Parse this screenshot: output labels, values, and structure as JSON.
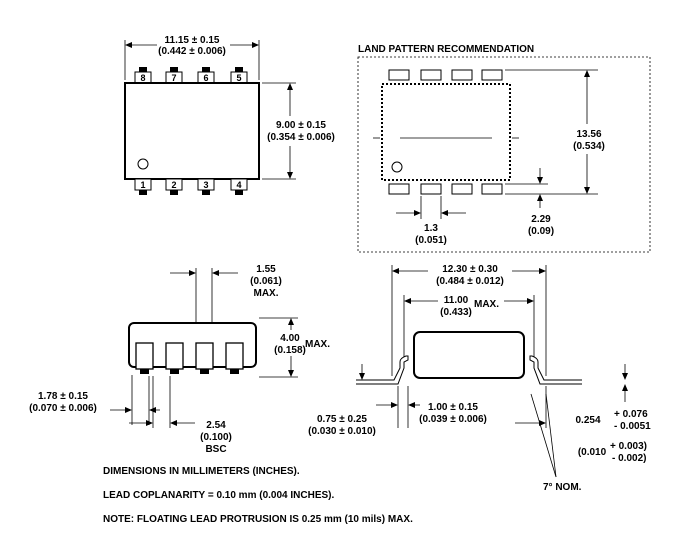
{
  "land_pattern_title": "LAND PATTERN RECOMMENDATION",
  "top_view": {
    "pins_top": [
      "8",
      "7",
      "6",
      "5"
    ],
    "pins_bottom": [
      "1",
      "2",
      "3",
      "4"
    ],
    "width_mm": "11.15 ± 0.15",
    "width_in": "(0.442 ± 0.006)",
    "height_mm": "9.00 ± 0.15",
    "height_in": "(0.354 ± 0.006)"
  },
  "land_pattern": {
    "span_mm": "13.56",
    "span_in": "(0.534)",
    "pitch_mm": "1.3",
    "pitch_in": "(0.051)",
    "pad_mm": "2.29",
    "pad_in": "(0.09)"
  },
  "side_view": {
    "lead_w_mm": "1.55",
    "lead_w_in": "(0.061)",
    "lead_w_note": "MAX.",
    "height_mm": "4.00",
    "height_in": "(0.158)",
    "height_note": "MAX.",
    "offset_mm": "1.78 ± 0.15",
    "offset_in": "(0.070 ± 0.006)",
    "pitch_mm": "2.54",
    "pitch_in": "(0.100)",
    "pitch_note": "BSC"
  },
  "end_view": {
    "overall_mm": "12.30 ± 0.30",
    "overall_in": "(0.484 ± 0.012)",
    "body_mm": "11.00",
    "body_note": "MAX.",
    "body_in": "(0.433)",
    "standoff_mm": "0.75 ± 0.25",
    "standoff_in": "(0.030 ± 0.010)",
    "foot_mm": "1.00 ± 0.15",
    "foot_in": "(0.039 ± 0.006)",
    "thick_base": "0.254",
    "thick_plus": "+ 0.076",
    "thick_minus": "- 0.0051",
    "thick_in_base": "(0.010",
    "thick_in_plus": "+ 0.003)",
    "thick_in_minus": "- 0.002)",
    "angle": "7° NOM."
  },
  "notes": [
    "DIMENSIONS IN MILLIMETERS (INCHES).",
    "LEAD COPLANARITY = 0.10 mm (0.004 INCHES).",
    "NOTE: FLOATING LEAD PROTRUSION IS 0.25 mm (10 mils) MAX."
  ]
}
